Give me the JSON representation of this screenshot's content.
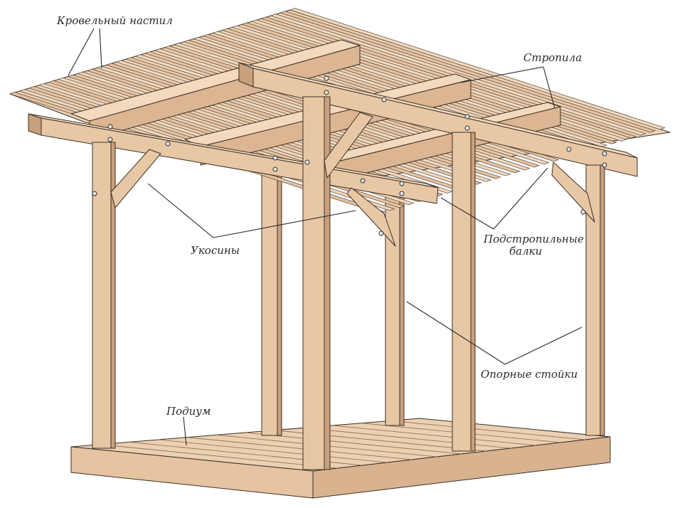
{
  "labels": {
    "roof_deck": "Кровельный настил",
    "rafters": "Стропила",
    "braces": "Укосины",
    "beams_line1": "Подстропильные",
    "beams_line2": "балки",
    "posts": "Опорные стойки",
    "platform": "Подиум"
  },
  "colors": {
    "wood_top": "#f3d9bd",
    "wood_front": "#e8c7a5",
    "wood_side": "#cfa683",
    "wood_dark": "#b58b68",
    "outline": "#3a3026",
    "bolt": "#dfe8ef"
  }
}
